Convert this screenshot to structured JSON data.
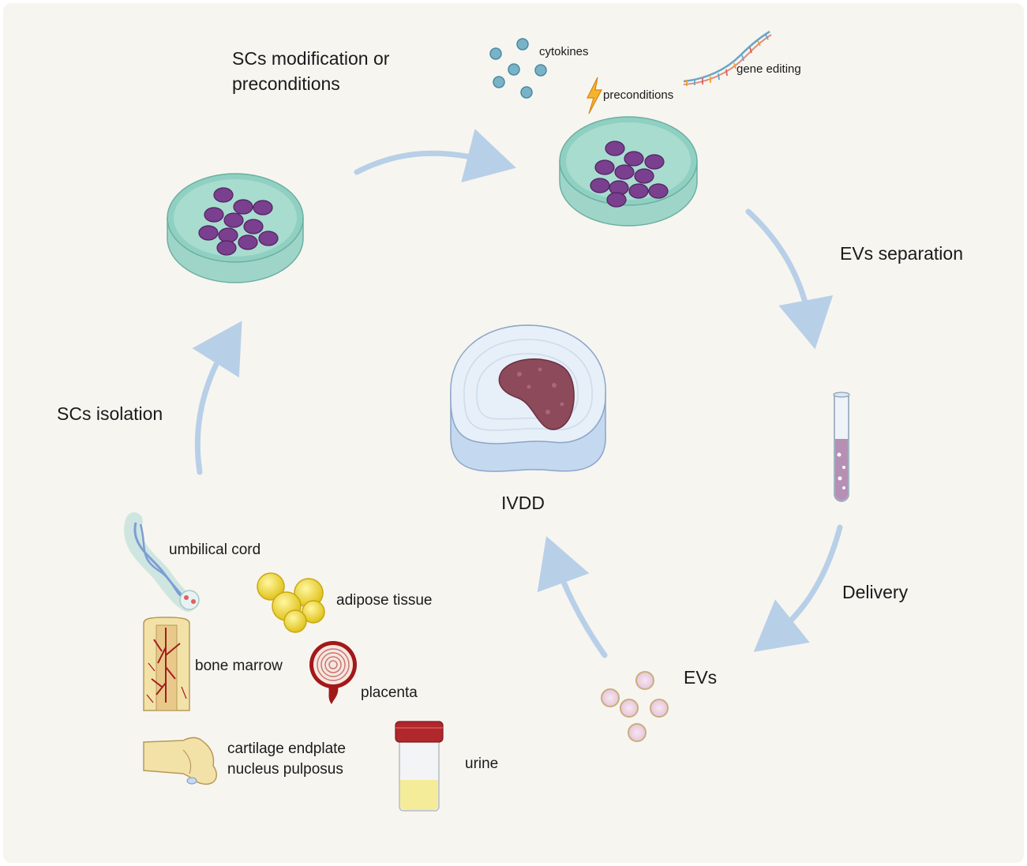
{
  "steps": {
    "modification_line1": "SCs modification or",
    "modification_line2": "preconditions",
    "separation": "EVs separation",
    "isolation": "SCs isolation",
    "delivery": "Delivery",
    "evs": "EVs",
    "center": "IVDD"
  },
  "modifications": {
    "cytokines": "cytokines",
    "preconditions": "preconditions",
    "gene_editing": "gene editing"
  },
  "sources": {
    "umbilical_cord": "umbilical cord",
    "adipose_tissue": "adipose tissue",
    "bone_marrow": "bone marrow",
    "placenta": "placenta",
    "cartilage_endplate": "cartilage endplate",
    "nucleus_pulposus": "nucleus pulposus",
    "urine": "urine"
  },
  "colors": {
    "background": "#f7f5f0",
    "arrow": "#b8cfe8",
    "dish": "#8fd0c2",
    "cell": "#7a3f8e",
    "disc": "#dfe9f4",
    "nucleus": "#8c4a5a"
  }
}
